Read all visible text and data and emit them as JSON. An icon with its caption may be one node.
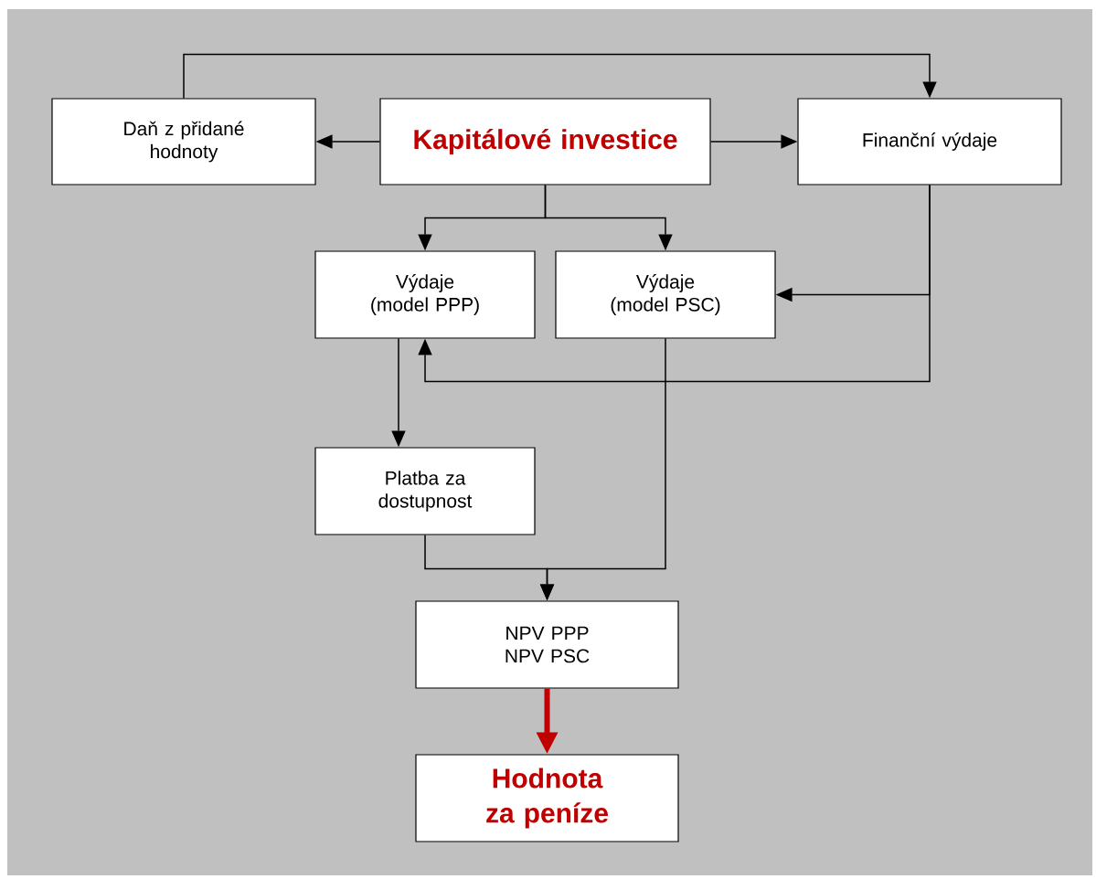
{
  "diagram": {
    "nodes": [
      {
        "text": [
          "Daň z přidané hodnoty"
        ]
      },
      {
        "text": [
          "Kapitálové investice"
        ]
      },
      {
        "text": [
          "Finanční výdaje"
        ]
      },
      {
        "text": [
          "Výdaje (model PPP)"
        ]
      },
      {
        "text": [
          "Výdaje (model PSC)"
        ]
      },
      {
        "text": [
          "Platba za dostupnost"
        ]
      },
      {
        "text": [
          "NPV PPP NPV PSC"
        ]
      },
      {
        "text": [
          "Hodnota za peníze"
        ]
      }
    ],
    "edges": [
      {
        "from": 1,
        "to": 0,
        "arrow": "to"
      },
      {
        "from": 1,
        "to": 2,
        "arrow": "to"
      },
      {
        "from": 0,
        "to": 2,
        "arrow": "to"
      },
      {
        "from": 1,
        "to": 3,
        "arrow": "to"
      },
      {
        "from": 1,
        "to": 4,
        "arrow": "to"
      },
      {
        "from": 2,
        "to": 4,
        "arrow": "to"
      },
      {
        "from": 2,
        "to": 3,
        "arrow": "to"
      },
      {
        "from": 3,
        "to": 5,
        "arrow": "to"
      },
      {
        "from": 5,
        "to": 6,
        "arrow": "to"
      },
      {
        "from": 4,
        "to": 6,
        "arrow": "to"
      },
      {
        "from": 6,
        "to": 7,
        "arrow": "to",
        "style": "thick",
        "color": "#c00000"
      }
    ]
  }
}
